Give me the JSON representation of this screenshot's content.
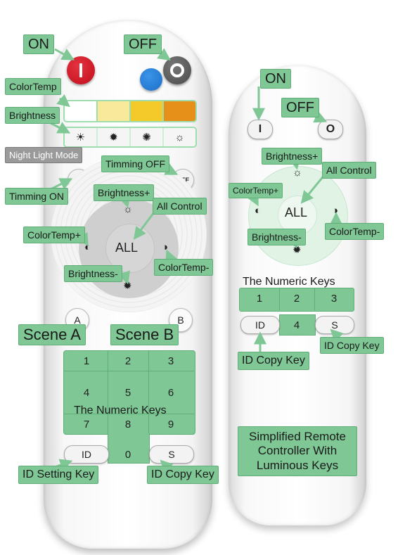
{
  "left_remote": {
    "labels": {
      "on": "ON",
      "off": "OFF",
      "color_temp": "ColorTemp",
      "brightness": "Brightness",
      "night_light": "Night Light Mode",
      "timing_off": "Timming OFF",
      "timing_on": "Timming ON",
      "brightness_plus": "Brightness+",
      "all_control": "All Control",
      "color_temp_plus": "ColorTemp+",
      "color_temp_minus": "ColorTemp-",
      "brightness_minus": "Brightness-",
      "scene_a": "Scene A",
      "scene_b": "Scene B",
      "numeric_keys": "The Numeric Keys",
      "id_setting": "ID Setting Key",
      "id_copy": "ID Copy Key"
    },
    "wheel_text": "ALL",
    "scene_a_key": "A",
    "scene_b_key": "B",
    "timer_on_icon": "ON",
    "timer_off_icon": "OFF",
    "keys": [
      "1",
      "2",
      "3",
      "4",
      "5",
      "6",
      "7",
      "8",
      "9"
    ],
    "key_zero": "0",
    "id_key": "ID",
    "s_key": "S",
    "swatch_colors": [
      "#ffffff",
      "#f9e99a",
      "#f4c92a",
      "#e6901a"
    ],
    "brightness_icons": [
      "sun-dark-icon",
      "sun-half-icon",
      "sun-light-icon",
      "sun-outline-icon"
    ]
  },
  "right_remote": {
    "labels": {
      "on": "ON",
      "off": "OFF",
      "brightness_plus": "Brightness+",
      "all_control": "All Control",
      "color_temp_plus": "ColorTemp+",
      "color_temp_minus": "ColorTemp-",
      "brightness_minus": "Brightness-",
      "numeric_keys": "The Numeric Keys",
      "id_copy": "ID Copy Key",
      "id_copy_side": "ID Copy Key",
      "simplified": "Simplified Remote Controller With Luminous Keys"
    },
    "on_key": "I",
    "off_key": "O",
    "wheel_text": "ALL",
    "keys": [
      "1",
      "2",
      "3"
    ],
    "key_four": "4",
    "id_key": "ID",
    "s_key": "S"
  },
  "colors": {
    "label_green": "#7fc795",
    "power_red": "#c00d1c",
    "power_gray": "#4a4a4a",
    "blue_button": "#1c6ec8"
  }
}
